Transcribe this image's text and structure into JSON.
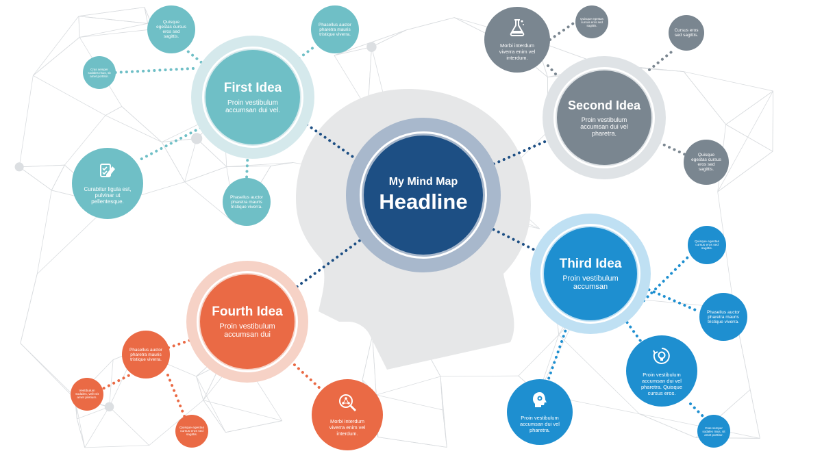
{
  "colors": {
    "teal": "#6fbfc6",
    "teal_ring": "#d5e9ec",
    "slate": "#7a8690",
    "slate_ring": "#dfe3e6",
    "blue": "#1e8fd0",
    "blue_ring": "#bfe0f3",
    "orange": "#ea6a45",
    "orange_ring": "#f6d2c6",
    "navy": "#1d4f84",
    "navy_ring": "#a8b8cc",
    "head": "#e6e7e8"
  },
  "center": {
    "line1": "My Mind Map",
    "line2": "Headline"
  },
  "ideas": {
    "first": {
      "title": "First Idea",
      "text": "Proin vestibulum accumsan dui vel."
    },
    "second": {
      "title": "Second Idea",
      "text": "Proin vestibulum accumsan dui vel pharetra."
    },
    "third": {
      "title": "Third Idea",
      "text": "Proin vestibulum accumsan"
    },
    "fourth": {
      "title": "Fourth Idea",
      "text": "Proin vestibulum accumsan dui"
    }
  },
  "satellites": {
    "first_top": "Quisque egestas cursus eros sed sagittis.",
    "first_topright": "Phasellus auctor pharetra mauris tristique viverra.",
    "first_small": "Cras semper sodales risus, sit amet porttitor.",
    "first_icon": "Curabitur ligula est, pulvinar ut pellentesque.",
    "first_bottom": "Phasellus auctor pharetra mauris tristique viverra.",
    "second_icon": "Morbi interdum viverra enim vel interdum.",
    "second_small": "Quisque egestas cursus eros sed sagittis.",
    "second_topright": "Cursus eros sed sagittis.",
    "second_right": "Quisque egestas cursus eros sed sagittis.",
    "third_small": "Quisque egestas cursus eros sed sagittis.",
    "third_right": "Phasellus auctor pharetra mauris tristique viverra.",
    "third_icon_right": "Proin vestibulum accumsan dui vel pharetra. Quisque cursus eros.",
    "third_icon_left": "Proin vestibulum accumsan dui vel pharetra.",
    "third_tiny": "Cras semper sodales risus, sit amet porttitor.",
    "fourth_left": "Phasellus auctor pharetra mauris tristique viverra.",
    "fourth_small_left": "Vestibulum sodales, velit sit amet pretium.",
    "fourth_small_bottom": "Quisque egestas cursus eros sed sagittis.",
    "fourth_icon": "Morbi interdum viverra enim vel interdum."
  },
  "icons": {
    "first_icon": "checklist-pencil-icon",
    "second_icon": "flask-icon",
    "third_icon_right": "lightbulb-refresh-icon",
    "third_icon_left": "head-gear-icon",
    "fourth_icon": "magnifier-network-icon"
  }
}
